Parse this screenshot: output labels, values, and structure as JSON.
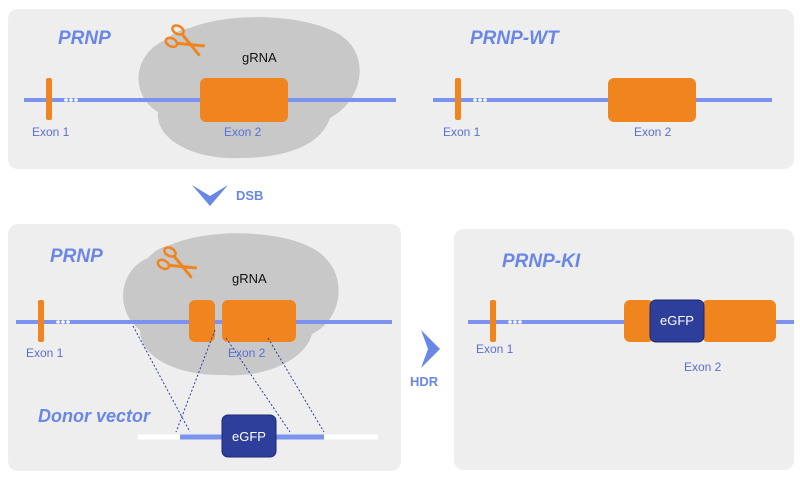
{
  "colors": {
    "panel": "#eeeeee",
    "strand": "#7b93ee",
    "exon": "#f0851f",
    "egfp": "#2d3f9a",
    "cas9": "#c8c8c8",
    "label": "#6a86e6"
  },
  "panels": {
    "top_left": {
      "title": "PRNP",
      "grna": "gRNA",
      "exon1": "Exon 1",
      "exon2": "Exon 2"
    },
    "top_right": {
      "title": "PRNP-WT",
      "exon1": "Exon 1",
      "exon2": "Exon 2"
    },
    "bottom_left": {
      "title": "PRNP",
      "grna": "gRNA",
      "exon1": "Exon 1",
      "exon2": "Exon 2",
      "donor_title": "Donor vector",
      "donor_egfp": "eGFP"
    },
    "bottom_right": {
      "title": "PRNP-KI",
      "exon1": "Exon 1",
      "exon2": "Exon 2",
      "egfp": "eGFP"
    }
  },
  "steps": {
    "dsb": "DSB",
    "hdr": "HDR"
  },
  "icons": [
    "scissors-icon",
    "down-arrow-icon",
    "right-arrow-icon",
    "cas9-blob"
  ]
}
